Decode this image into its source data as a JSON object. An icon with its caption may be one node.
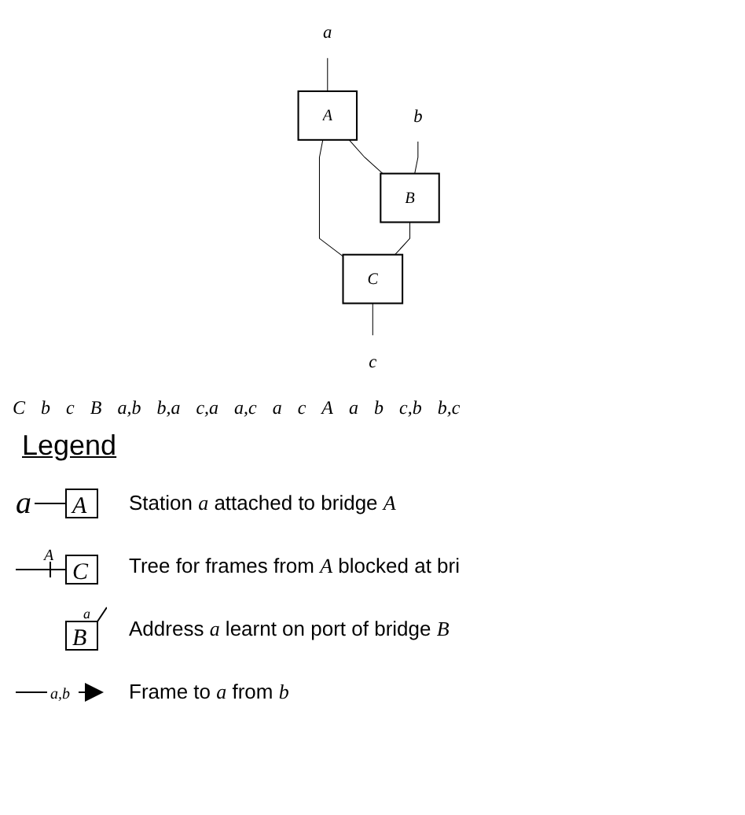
{
  "diagram": {
    "nodes": [
      {
        "text": [
          "a"
        ]
      },
      {
        "text": [
          "A"
        ]
      },
      {
        "text": [
          "b"
        ]
      },
      {
        "text": [
          "B"
        ]
      },
      {
        "text": [
          "C"
        ]
      },
      {
        "text": [
          "c"
        ]
      }
    ],
    "edges": [
      {
        "from": 0,
        "to": 1,
        "arrow": "none"
      },
      {
        "from": 1,
        "to": 3,
        "arrow": "none"
      },
      {
        "from": 1,
        "to": 4,
        "arrow": "none"
      },
      {
        "from": 2,
        "to": 3,
        "arrow": "none"
      },
      {
        "from": 3,
        "to": 4,
        "arrow": "none"
      },
      {
        "from": 4,
        "to": 5,
        "arrow": "none"
      }
    ],
    "labels": [
      "C",
      "b",
      "c",
      "B",
      "a,b",
      "b,a",
      "c,a",
      "a,c",
      "a",
      "c",
      "A",
      "a",
      "b",
      "c,b",
      "b,c",
      "Legend",
      "a",
      "A",
      "A",
      "C",
      "a",
      "B",
      "a,b"
    ],
    "legend": [
      {
        "text": "Station *a* attached to bridge *A*"
      },
      {
        "text": "Tree for frames from *A* blocked at bri"
      },
      {
        "text": "Address *a* learnt on port of bridge *B*"
      },
      {
        "text": "Frame to *a* from *b*"
      }
    ]
  }
}
